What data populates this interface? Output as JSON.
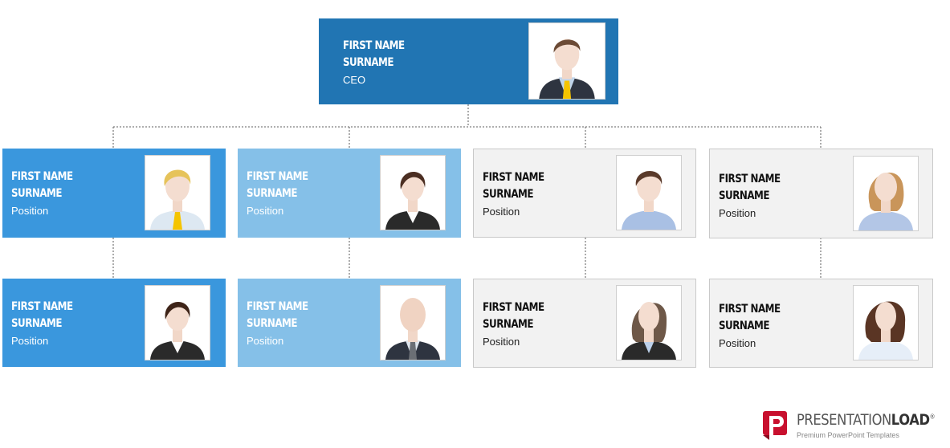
{
  "ceo": {
    "first": "FIRST NAME",
    "surname": "SURNAME",
    "role": "CEO"
  },
  "level1": [
    {
      "first": "FIRST NAME",
      "surname": "SURNAME",
      "role": "Position"
    },
    {
      "first": "FIRST NAME",
      "surname": "SURNAME",
      "role": "Position"
    },
    {
      "first": "FIRST NAME",
      "surname": "SURNAME",
      "role": "Position"
    },
    {
      "first": "FIRST NAME",
      "surname": "SURNAME",
      "role": "Position"
    }
  ],
  "level2": [
    {
      "first": "FIRST NAME",
      "surname": "SURNAME",
      "role": "Position"
    },
    {
      "first": "FIRST NAME",
      "surname": "SURNAME",
      "role": "Position"
    },
    {
      "first": "FIRST NAME",
      "surname": "SURNAME",
      "role": "Position"
    },
    {
      "first": "FIRST NAME",
      "surname": "SURNAME",
      "role": "Position"
    }
  ],
  "logo": {
    "brand_light": "PRESENTATION",
    "brand_bold": "LOAD",
    "registered": "®",
    "tagline": "Premium PowerPoint Templates"
  },
  "colors": {
    "dark_blue": "#2175b3",
    "medium_blue": "#3a97dd",
    "light_blue": "#85c0e8",
    "grey": "#f2f2f2",
    "logo_red": "#c8102e"
  }
}
